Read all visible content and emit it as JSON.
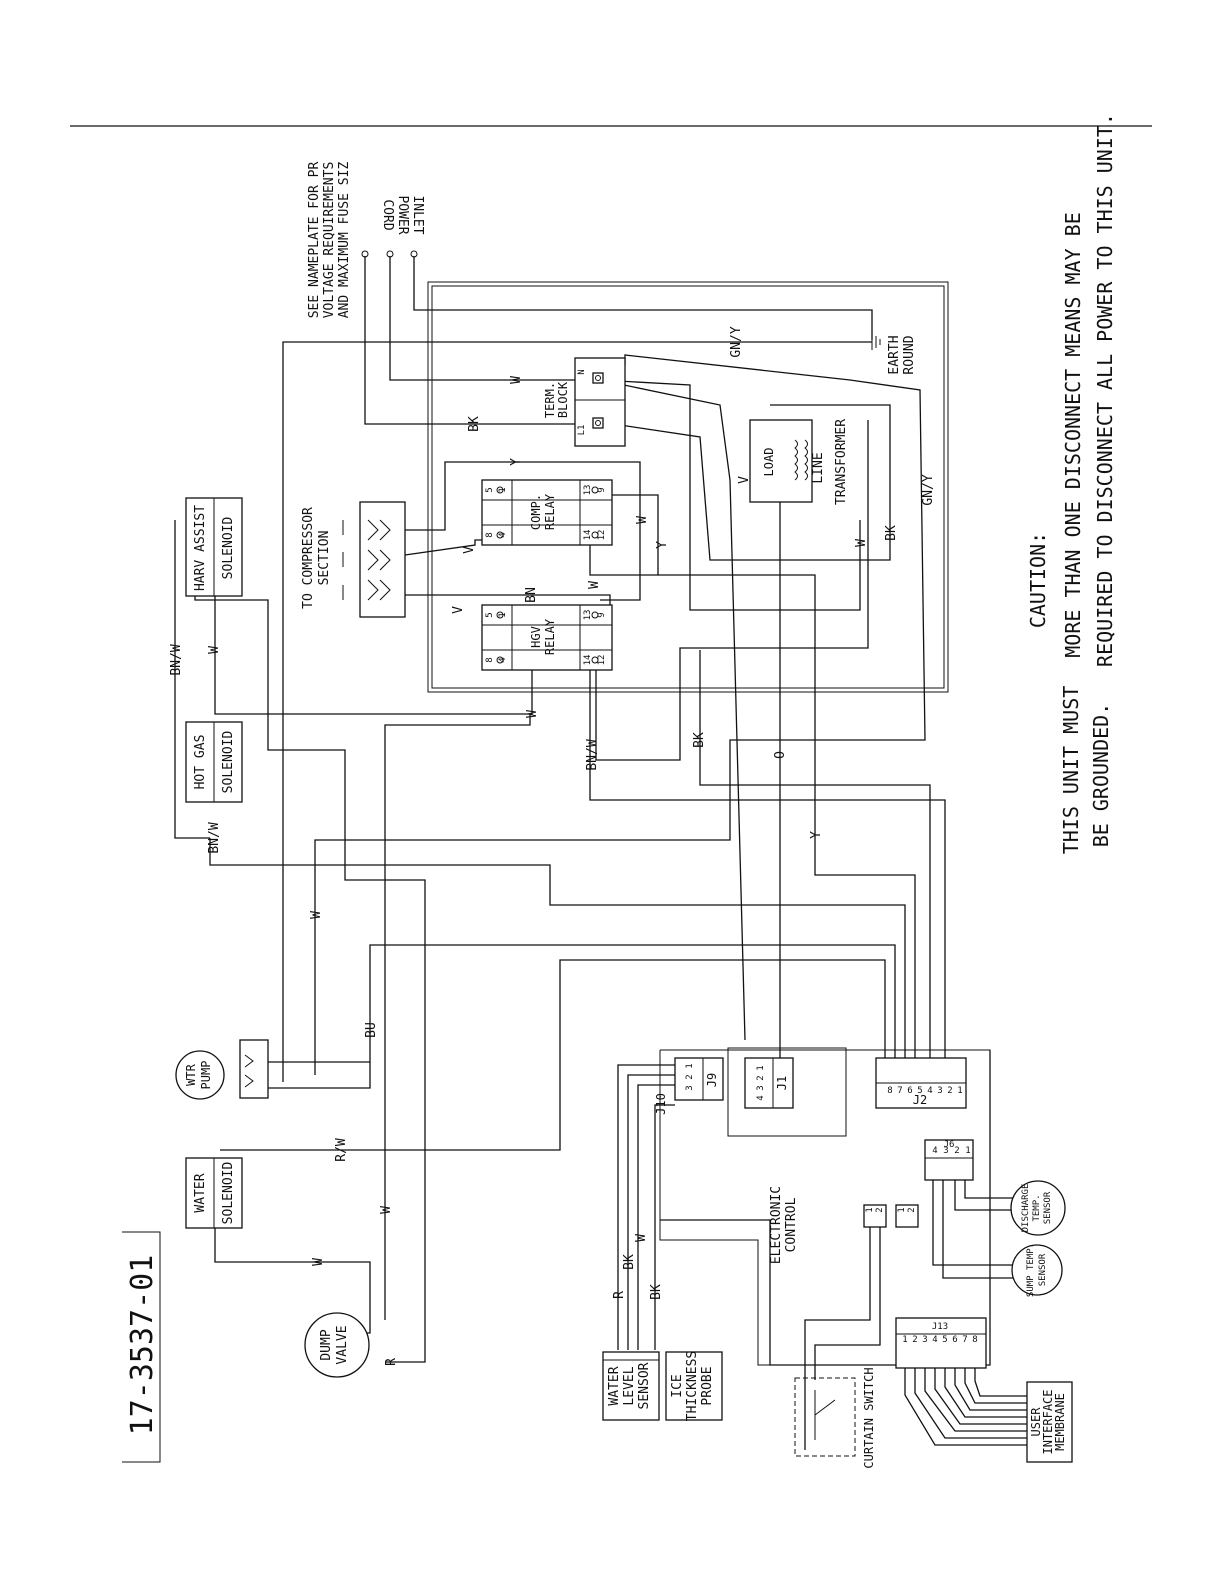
{
  "drawing_number": "17-3537-01",
  "notes": {
    "nameplate": [
      "SEE NAMEPLATE FOR PR",
      "VOLTAGE REQUIREMENTS",
      "AND MAXIMUM FUSE SIZ"
    ],
    "inlet": [
      "INLET",
      "POWER",
      "CORD"
    ],
    "earth": [
      "EARTH",
      "ROUND"
    ],
    "caution_title": "CAUTION:",
    "caution_lines": [
      "MORE THAN ONE DISCONNECT MEANS MAY BE",
      "REQUIRED TO DISCONNECT ALL POWER TO THIS UNIT."
    ],
    "grounded": [
      "THIS UNIT MUST",
      "BE GROUNDED."
    ]
  },
  "components": {
    "term_block": [
      "TERM.",
      "BLOCK"
    ],
    "term_n": "N",
    "term_l1": "L1",
    "transformer": "TRANSFORMER",
    "load": "LOAD",
    "line": "LINE",
    "comp_relay": [
      "COMP.",
      "RELAY"
    ],
    "hgv_relay": [
      "HGV",
      "RELAY"
    ],
    "to_compressor": [
      "TO COMPRESSOR",
      "SECTION"
    ],
    "harv_assist": [
      "HARV ASSIST",
      "SOLENOID"
    ],
    "hot_gas": [
      "HOT GAS",
      "SOLENOID"
    ],
    "water_pump": [
      "WTR",
      "PUMP"
    ],
    "water_solenoid": [
      "WATER",
      "SOLENOID"
    ],
    "dump_valve": [
      "DUMP",
      "VALVE"
    ],
    "water_level": [
      "WATER",
      "LEVEL",
      "SENSOR"
    ],
    "ice_probe": [
      "ICE",
      "THICKNESS",
      "PROBE"
    ],
    "electronic_control": [
      "ELECTRONIC",
      "CONTROL"
    ],
    "curtain_switch": "CURTAIN SWITCH",
    "user_interface": [
      "USER",
      "INTERFACE",
      "MEMBRANE"
    ],
    "sump_sensor": [
      "SUMP TEMP.",
      "SENSOR"
    ],
    "discharge_sensor": [
      "DISCHARGE",
      "TEMP.",
      "SENSOR"
    ]
  },
  "relay_pins": {
    "top": [
      "5",
      "1",
      "8",
      "4"
    ],
    "bottom": [
      "13",
      "9",
      "14",
      "12"
    ]
  },
  "connectors": {
    "j1": "J1",
    "j1_pins": [
      "1",
      "2",
      "3",
      "4"
    ],
    "j2": "J2",
    "j2_pins": [
      "1",
      "2",
      "3",
      "4",
      "5",
      "6",
      "7",
      "8"
    ],
    "j9": "J9",
    "j9_pins": [
      "1",
      "2",
      "3"
    ],
    "j10": "J10",
    "j13": "J13",
    "j13_pins": [
      "1",
      "2",
      "3",
      "4",
      "5",
      "6",
      "7",
      "8"
    ],
    "j6": "J6",
    "j6_pins": [
      "1",
      "2",
      "3",
      "4"
    ],
    "small_pins": [
      "1",
      "2"
    ]
  },
  "wire_codes": {
    "gny": "GN/Y",
    "w": "W",
    "bk": "BK",
    "y": "Y",
    "v": "V",
    "bn": "BN",
    "bnw": "BN/W",
    "o": "O",
    "bu": "BU",
    "rw": "R/W",
    "r": "R"
  }
}
